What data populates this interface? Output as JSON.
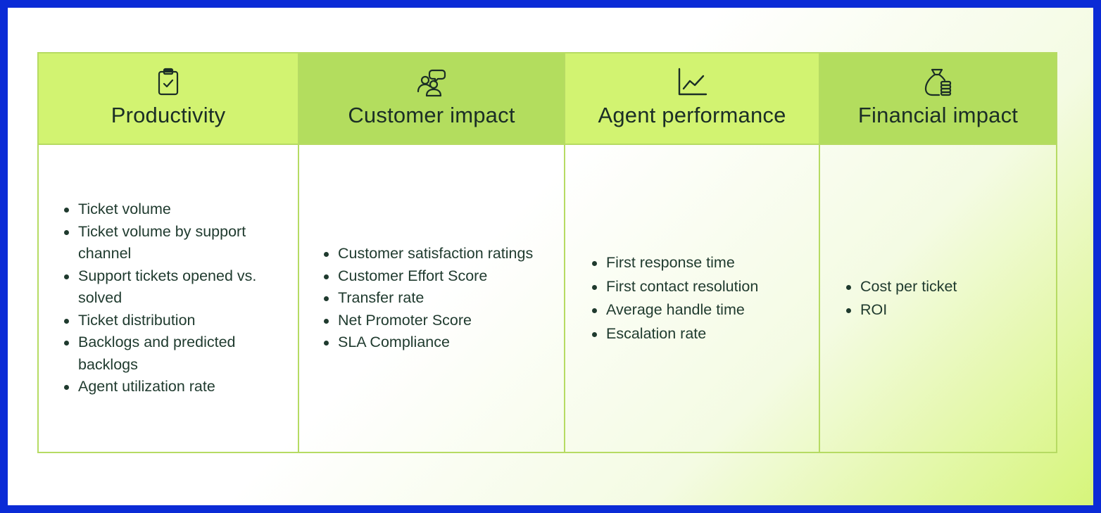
{
  "columns": [
    {
      "title": "Productivity",
      "icon": "clipboard-check-icon",
      "header_color": "#d2f371",
      "items": [
        "Ticket volume",
        "Ticket volume by support channel",
        "Support tickets opened vs. solved",
        "Ticket distribution",
        "Backlogs and predicted backlogs",
        "Agent utilization rate"
      ]
    },
    {
      "title": "Customer impact",
      "icon": "people-chat-icon",
      "header_color": "#b3dd5e",
      "items": [
        "Customer satisfaction ratings",
        "Customer Effort Score",
        "Transfer rate",
        "Net Promoter Score",
        "SLA Compliance"
      ]
    },
    {
      "title": "Agent performance",
      "icon": "line-chart-icon",
      "header_color": "#d2f371",
      "items": [
        "First response time",
        "First contact resolution",
        "Average handle time",
        "Escalation rate"
      ]
    },
    {
      "title": "Financial impact",
      "icon": "money-bag-coins-icon",
      "header_color": "#b3dd5e",
      "items": [
        "Cost per ticket",
        "ROI"
      ]
    }
  ],
  "colors": {
    "border": "#0b2bd6",
    "grid_line": "#b6db63",
    "text": "#1f3a2e"
  }
}
